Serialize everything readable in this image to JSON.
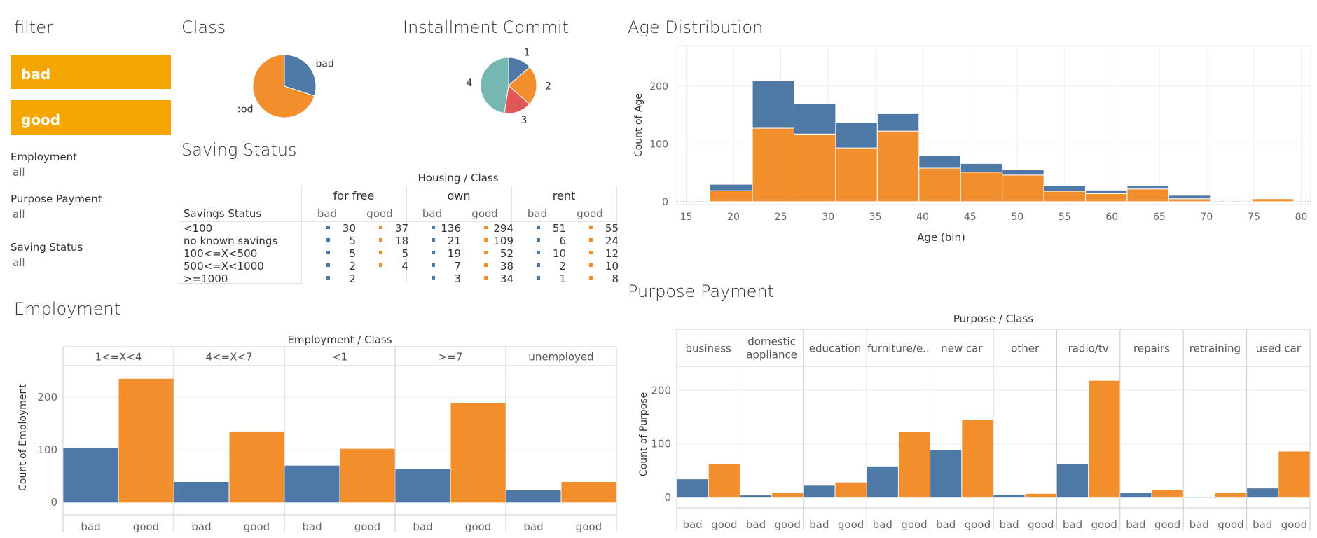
{
  "filter": {
    "title": "filter",
    "buttons": [
      "bad",
      "good"
    ],
    "items": [
      {
        "label": "Employment",
        "value": "all"
      },
      {
        "label": "Purpose Payment",
        "value": "all"
      },
      {
        "label": "Saving Status",
        "value": "all"
      }
    ]
  },
  "colors": {
    "bad": "#4e79a7",
    "good": "#f28e2b",
    "accent": "#f5a500",
    "c3": "#e15759",
    "c4": "#76b7b2"
  },
  "class_title": "Class",
  "installment_title": "Installment Commit",
  "saving_title": "Saving Status",
  "age_title": "Age Distribution",
  "employment_title": "Employment",
  "purpose_title": "Purpose  Payment",
  "chart_data": [
    {
      "id": "class",
      "type": "pie",
      "labels": [
        "bad",
        "good"
      ],
      "values": [
        300,
        700
      ]
    },
    {
      "id": "installment",
      "type": "pie",
      "labels": [
        "1",
        "2",
        "3",
        "4"
      ],
      "values": [
        136,
        231,
        157,
        476
      ]
    },
    {
      "id": "saving",
      "type": "table",
      "title": "Housing / Class",
      "row_header": "Savings Status",
      "groups": [
        "for free",
        "own",
        "rent"
      ],
      "subcols": [
        "bad",
        "good"
      ],
      "rows": [
        {
          "label": "<100",
          "values": [
            30,
            37,
            136,
            294,
            51,
            55
          ]
        },
        {
          "label": "no known savings",
          "values": [
            5,
            18,
            21,
            109,
            6,
            24
          ]
        },
        {
          "label": "100<=X<500",
          "values": [
            5,
            5,
            19,
            52,
            10,
            12
          ]
        },
        {
          "label": "500<=X<1000",
          "values": [
            2,
            4,
            7,
            38,
            2,
            10
          ]
        },
        {
          "label": ">=1000",
          "values": [
            2,
            null,
            3,
            34,
            1,
            8
          ]
        }
      ]
    },
    {
      "id": "age",
      "type": "bar",
      "xlabel": "Age (bin)",
      "ylabel": "Count of Age",
      "bins": [
        17.5,
        22,
        26.4,
        30.8,
        35.2,
        39.6,
        44,
        48.4,
        52.8,
        57.2,
        61.6,
        66,
        70.4,
        74.8,
        79.2
      ],
      "xticks": [
        15,
        20,
        25,
        30,
        35,
        40,
        45,
        50,
        55,
        60,
        65,
        70,
        75,
        80
      ],
      "xlim": [
        14,
        81
      ],
      "yticks": [
        0,
        100,
        200
      ],
      "ylim": [
        -5,
        270
      ],
      "series": [
        {
          "name": "good",
          "values": [
            19,
            127,
            117,
            93,
            122,
            58,
            51,
            46,
            18,
            14,
            22,
            5,
            0,
            5
          ]
        },
        {
          "name": "bad",
          "values": [
            11,
            82,
            53,
            44,
            30,
            22,
            15,
            9,
            10,
            6,
            5,
            6,
            0,
            0
          ]
        }
      ]
    },
    {
      "id": "employment",
      "type": "bar",
      "title": "Employment / Class",
      "ylabel": "Count of Employment",
      "categories": [
        "1<=X<4",
        "4<=X<7",
        "<1",
        ">=7",
        "unemployed"
      ],
      "subcols": [
        "bad",
        "good"
      ],
      "yticks": [
        0,
        100,
        200
      ],
      "ylim": [
        -13,
        260
      ],
      "series": [
        {
          "name": "bad",
          "values": [
            104,
            39,
            70,
            64,
            23
          ]
        },
        {
          "name": "good",
          "values": [
            235,
            135,
            102,
            189,
            39
          ]
        }
      ]
    },
    {
      "id": "purpose",
      "type": "bar",
      "title": "Purpose / Class",
      "ylabel": "Count of Purpose",
      "categories": [
        "business",
        "domestic appliance",
        "education",
        "furniture/e..",
        "new car",
        "other",
        "radio/tv",
        "repairs",
        "retraining",
        "used car"
      ],
      "subcols": [
        "bad",
        "good"
      ],
      "yticks": [
        0,
        100,
        200
      ],
      "ylim": [
        -9,
        245
      ],
      "series": [
        {
          "name": "bad",
          "values": [
            34,
            4,
            22,
            58,
            89,
            5,
            62,
            8,
            1,
            17
          ]
        },
        {
          "name": "good",
          "values": [
            63,
            8,
            28,
            123,
            145,
            7,
            218,
            14,
            8,
            86
          ]
        }
      ]
    }
  ]
}
